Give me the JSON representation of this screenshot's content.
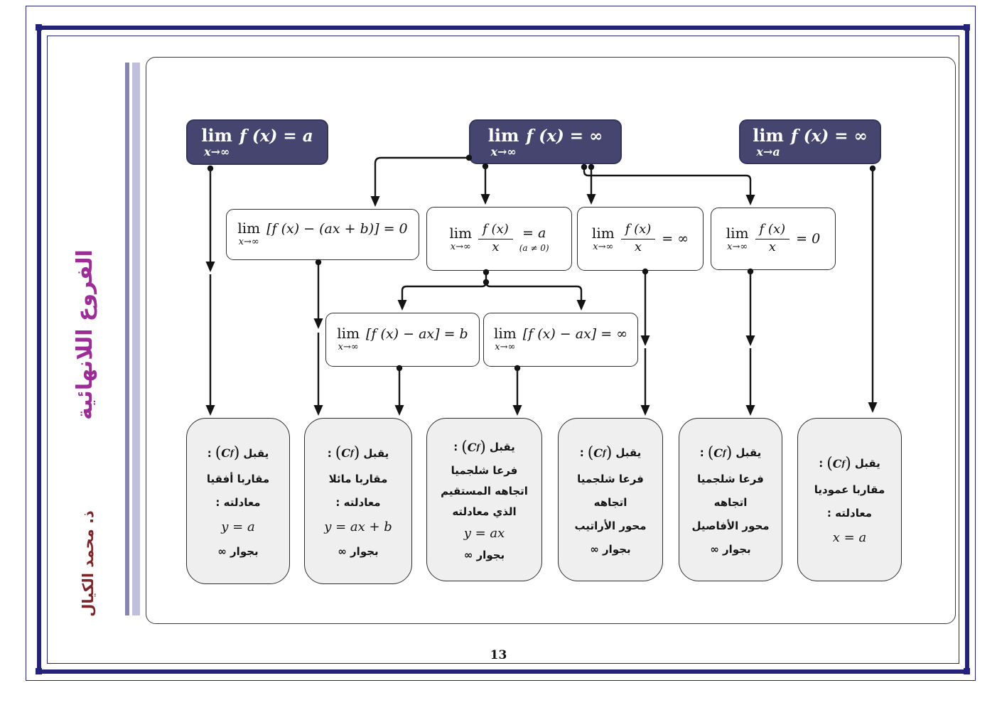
{
  "page": {
    "number": "13",
    "side_title": "الفروع اللانهائية",
    "author": "ذ. محمد الكيال"
  },
  "colors": {
    "frame": "#23237a",
    "top_node_bg": "#45456f",
    "accent_bar": "#c0c0da",
    "side_title": "#9c2d96",
    "author": "#7d2428",
    "result_box_bg": "#efeff0"
  },
  "cf": {
    "open": "(",
    "letter": "C",
    "sub": "f",
    "close": ")"
  },
  "top_boxes": [
    {
      "lim": "lim",
      "sub": "x→∞",
      "expr": "f (x) = a"
    },
    {
      "lim": "lim",
      "sub": "x→∞",
      "expr": "f (x) = ∞"
    },
    {
      "lim": "lim",
      "sub": "x→a",
      "expr": "f (x) = ∞"
    }
  ],
  "mid_boxes": [
    {
      "lim": "lim",
      "sub": "x→∞",
      "expr": "[f (x) − (ax + b)] = 0"
    },
    {
      "lim": "lim",
      "sub": "x→∞",
      "num": "f (x)",
      "den": "x",
      "rhs": "= a",
      "note": "(a ≠ 0)"
    },
    {
      "lim": "lim",
      "sub": "x→∞",
      "num": "f (x)",
      "den": "x",
      "rhs": "= ∞"
    },
    {
      "lim": "lim",
      "sub": "x→∞",
      "num": "f (x)",
      "den": "x",
      "rhs": "= 0"
    }
  ],
  "row3_boxes": [
    {
      "lim": "lim",
      "sub": "x→∞",
      "expr": "[f (x) − ax] = b"
    },
    {
      "lim": "lim",
      "sub": "x→∞",
      "expr": "[f (x) − ax] = ∞"
    }
  ],
  "results": [
    {
      "accepts": "يقبل",
      "colon": ":",
      "line1": "مقاربا أفقيا",
      "line2": "معادلته :",
      "math": "y = a",
      "tail": "بجوار ∞"
    },
    {
      "accepts": "يقبل",
      "colon": ":",
      "line1": "مقاربا مائلا",
      "line2": "معادلته :",
      "math": "y = ax + b",
      "tail": "بجوار ∞"
    },
    {
      "accepts": "يقبل",
      "colon": ":",
      "line1": "فرعا شلجميا",
      "line2": "اتجاهه المستقيم",
      "line3": "الذي معادلته",
      "math": "y = ax",
      "tail": "بجوار ∞"
    },
    {
      "accepts": "يقبل",
      "colon": ":",
      "line1": "فرعا شلجميا",
      "line2": "اتجاهه",
      "line3": "محور الأراتيب",
      "tail": "بجوار ∞"
    },
    {
      "accepts": "يقبل",
      "colon": ":",
      "line1": "فرعا شلجميا",
      "line2": "اتجاهه",
      "line3": "محور الأفاصيل",
      "tail": "بجوار ∞"
    },
    {
      "accepts": "يقبل",
      "colon": ":",
      "line1": "مقاربا عموديا",
      "line2": "معادلته :",
      "math": "x = a"
    }
  ]
}
